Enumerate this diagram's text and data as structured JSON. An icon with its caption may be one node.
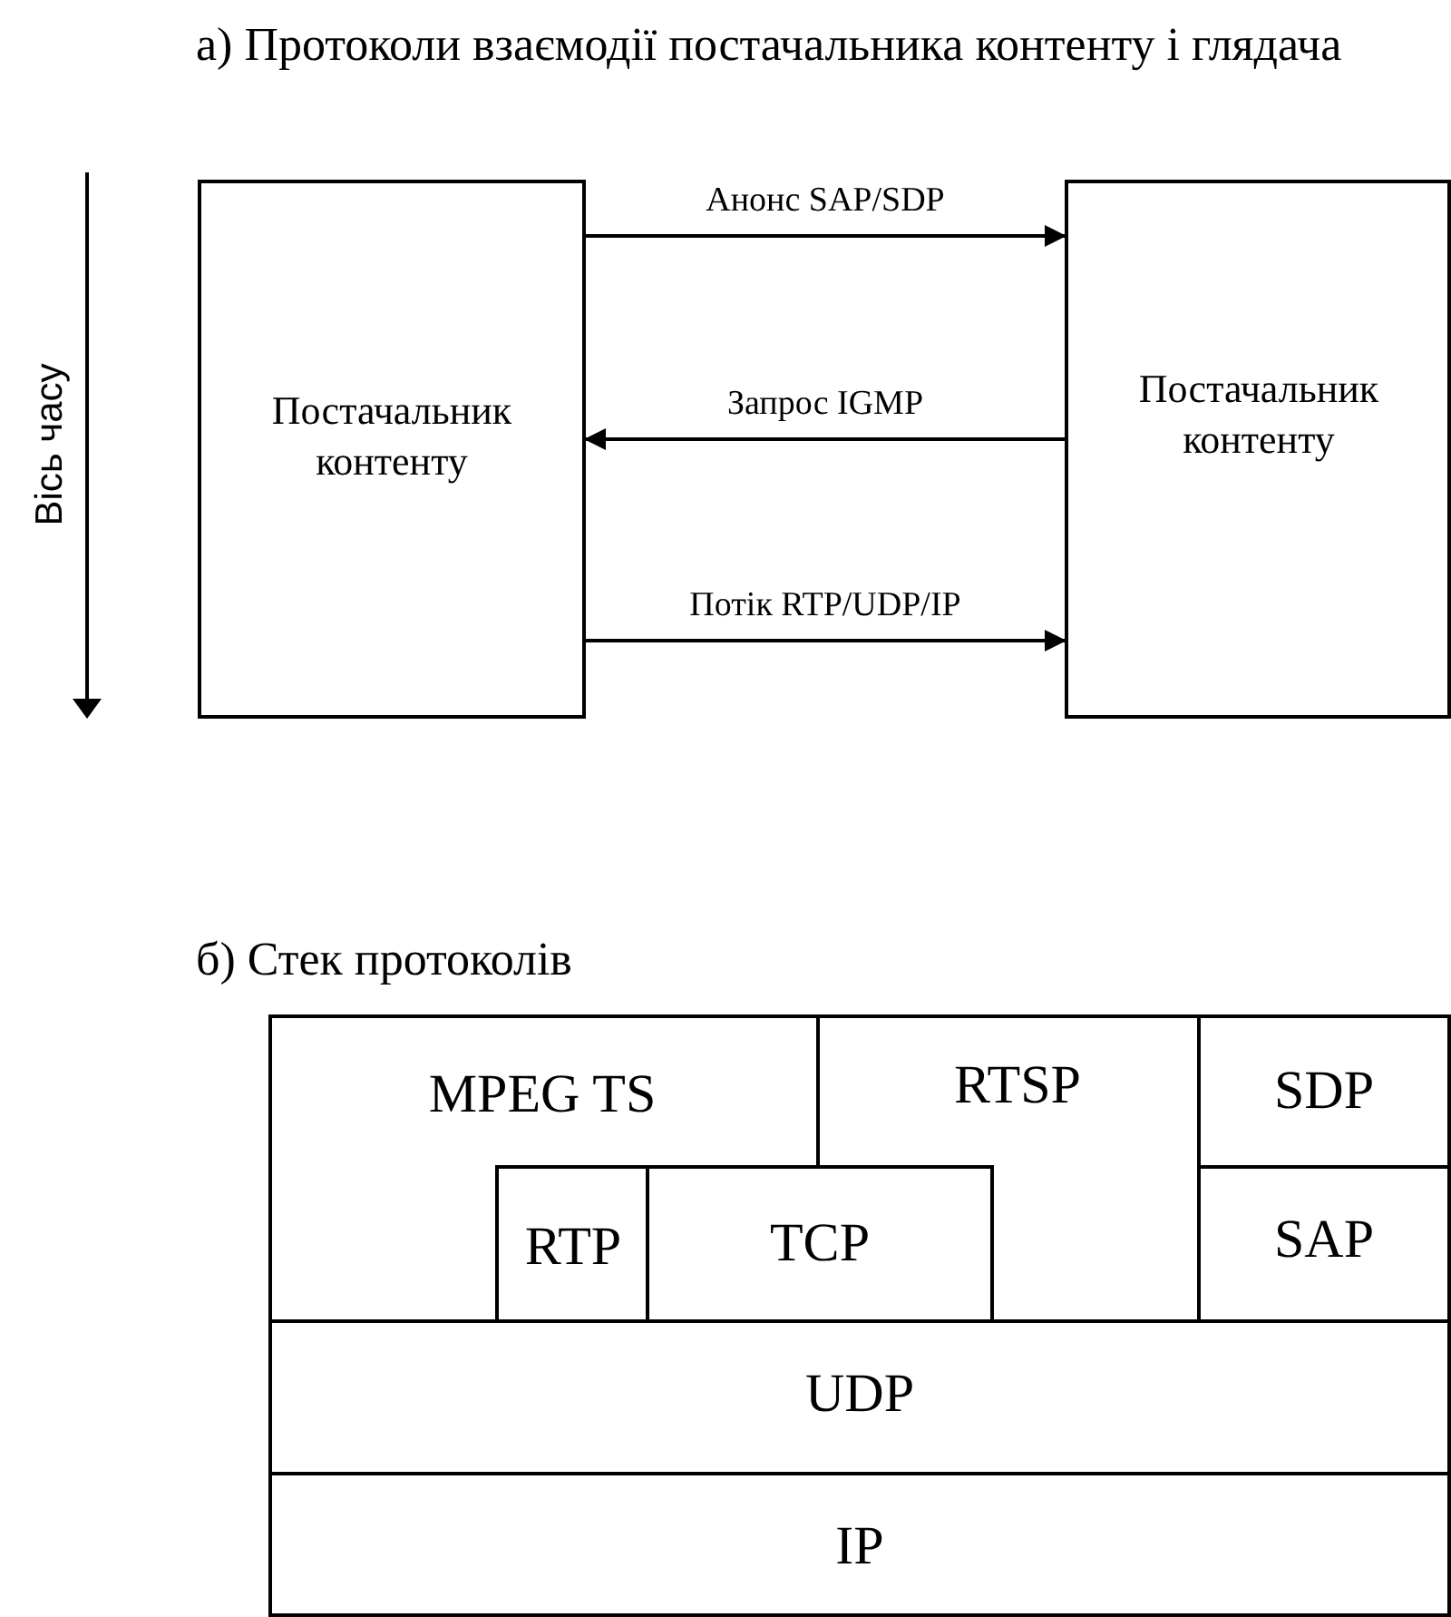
{
  "diagram": {
    "nodes": [
      {
        "text": [
          "Постачальник контенту"
        ]
      },
      {
        "text": [
          "Постачальник контенту"
        ]
      },
      {
        "text": [
          "MPEG TS"
        ]
      },
      {
        "text": [
          "RTSP"
        ]
      },
      {
        "text": [
          "SDP"
        ]
      },
      {
        "text": [
          "RTP"
        ]
      },
      {
        "text": [
          "TCP"
        ]
      },
      {
        "text": [
          "SAP"
        ]
      },
      {
        "text": [
          "UDP"
        ]
      },
      {
        "text": [
          "IP"
        ]
      }
    ],
    "edges": [
      {
        "from": 0,
        "to": 1,
        "arrow": "to",
        "label": "Анонс SAP/SDP"
      },
      {
        "from": 1,
        "to": 0,
        "arrow": "to",
        "label": "Запрос IGMP"
      },
      {
        "from": 0,
        "to": 1,
        "arrow": "to",
        "label": "Потік RTP/UDP/IP"
      }
    ],
    "labels": [
      "а) Протоколи взаємодії постачальника контенту і глядача",
      "Вісь часу",
      "б) Стек протоколів"
    ]
  }
}
